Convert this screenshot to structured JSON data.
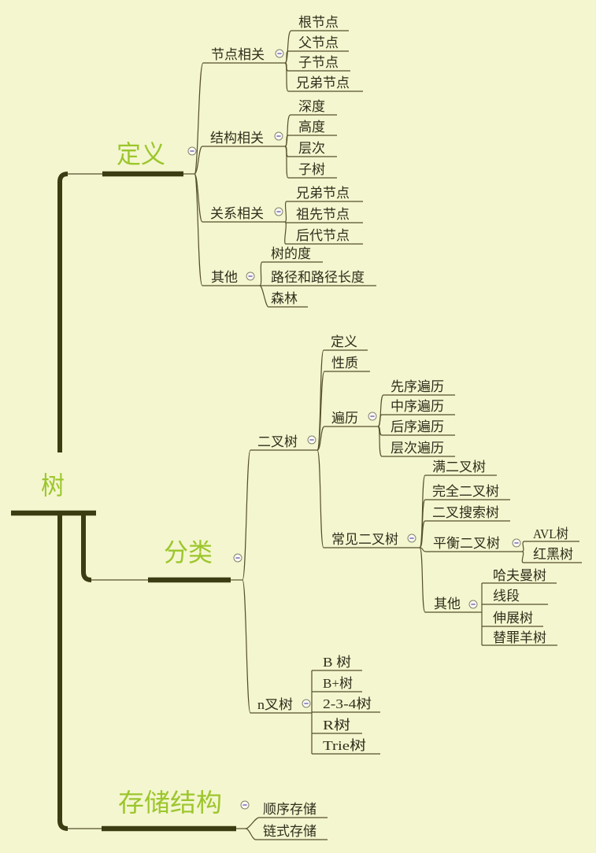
{
  "colors": {
    "bg": "#f4f6cf",
    "branch_dark": "#3c3c12",
    "line_thin": "#54512b",
    "text_dark": "#2f2e1c",
    "accent_green": "#9cc62c",
    "icon_fill": "#fbfbf0",
    "icon_stroke": "#82826f",
    "minus_purple": "#8273c4"
  },
  "icons": {
    "collapse": "minus-in-circle"
  },
  "map": {
    "root": {
      "label": "树",
      "children": [
        {
          "label": "定义",
          "children": [
            {
              "label": "节点相关",
              "children": [
                {
                  "label": "根节点"
                },
                {
                  "label": "父节点"
                },
                {
                  "label": "子节点"
                },
                {
                  "label": "兄弟节点"
                }
              ]
            },
            {
              "label": "结构相关",
              "children": [
                {
                  "label": "深度"
                },
                {
                  "label": "高度"
                },
                {
                  "label": "层次"
                },
                {
                  "label": "子树"
                }
              ]
            },
            {
              "label": "关系相关",
              "children": [
                {
                  "label": "兄弟节点"
                },
                {
                  "label": "祖先节点"
                },
                {
                  "label": "后代节点"
                }
              ]
            },
            {
              "label": "其他",
              "children": [
                {
                  "label": "树的度"
                },
                {
                  "label": "路径和路径长度"
                },
                {
                  "label": "森林"
                }
              ]
            }
          ]
        },
        {
          "label": "分类",
          "children": [
            {
              "label": "二叉树",
              "children": [
                {
                  "label": "定义"
                },
                {
                  "label": "性质"
                },
                {
                  "label": "遍历",
                  "children": [
                    {
                      "label": "先序遍历"
                    },
                    {
                      "label": "中序遍历"
                    },
                    {
                      "label": "后序遍历"
                    },
                    {
                      "label": "层次遍历"
                    }
                  ]
                },
                {
                  "label": "常见二叉树",
                  "children": [
                    {
                      "label": "满二叉树"
                    },
                    {
                      "label": "完全二叉树"
                    },
                    {
                      "label": "二叉搜索树"
                    },
                    {
                      "label": "平衡二叉树",
                      "children": [
                        {
                          "label": "AVL树"
                        },
                        {
                          "label": "红黑树"
                        }
                      ]
                    },
                    {
                      "label": "其他",
                      "children": [
                        {
                          "label": "哈夫曼树"
                        },
                        {
                          "label": "线段"
                        },
                        {
                          "label": "伸展树"
                        },
                        {
                          "label": "替罪羊树"
                        }
                      ]
                    }
                  ]
                }
              ]
            },
            {
              "label": "n叉树",
              "children": [
                {
                  "label": "B 树"
                },
                {
                  "label": "B+树"
                },
                {
                  "label": "2-3-4树"
                },
                {
                  "label": "R树"
                },
                {
                  "label": "Trie树"
                }
              ]
            }
          ]
        },
        {
          "label": "存储结构",
          "children": [
            {
              "label": "顺序存储"
            },
            {
              "label": "链式存储"
            }
          ]
        }
      ]
    }
  }
}
